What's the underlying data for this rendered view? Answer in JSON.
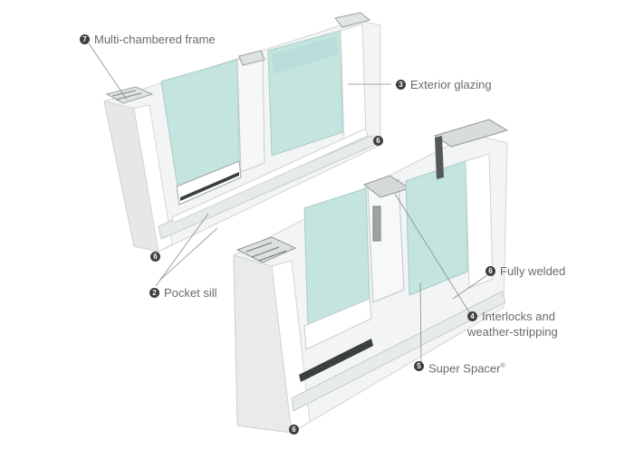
{
  "diagram": {
    "subject": "Sliding window cross-section cutaway",
    "colors": {
      "background": "#ffffff",
      "frame": "#f3f4f4",
      "frame_shadow": "#d9dcdc",
      "glass": "#c4e4e0",
      "glass_dark": "#a9d3cd",
      "label_text": "#6a6a6a",
      "badge": "#3e3e3e",
      "leader_line": "#8a8a8a"
    },
    "callouts": [
      {
        "number": "7",
        "label": "Multi-chambered frame"
      },
      {
        "number": "3",
        "label": "Exterior glazing"
      },
      {
        "number": "2",
        "label": "Pocket sill"
      },
      {
        "number": "6",
        "label": "Fully welded"
      },
      {
        "number": "4",
        "label": "Interlocks and",
        "label_line2": "weather-stripping"
      },
      {
        "number": "5",
        "label": "Super Spacer",
        "superscript": "®"
      }
    ],
    "markers": [
      {
        "number": "6",
        "location": "top window right corner"
      },
      {
        "number": "6",
        "location": "top window bottom-left corner"
      },
      {
        "number": "6",
        "location": "bottom window bottom-left corner"
      }
    ]
  }
}
